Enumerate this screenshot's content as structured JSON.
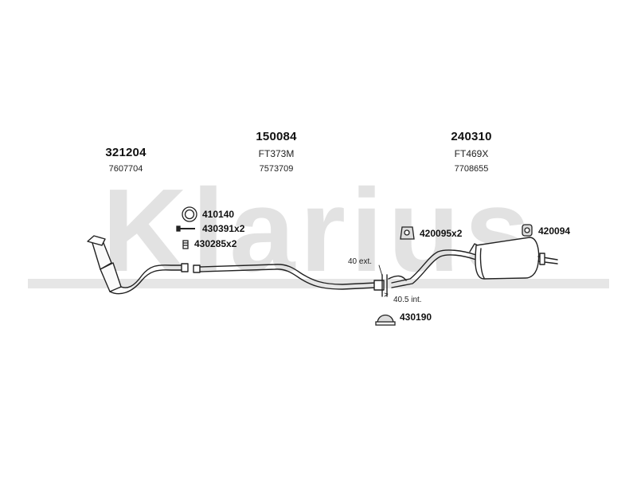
{
  "brand": {
    "watermark": "Klarius",
    "watermark_color": "#e2e2e2",
    "bar_color": "#e6e6e6"
  },
  "parts": [
    {
      "id": "catalyst",
      "number": "321204",
      "oe": "7607704"
    },
    {
      "id": "mid-pipe",
      "number": "150084",
      "code": "FT373M",
      "oe": "7573709"
    },
    {
      "id": "rear-box",
      "number": "240310",
      "code": "FT469X",
      "oe": "7708655"
    }
  ],
  "accessories": [
    {
      "id": "gasket-ring",
      "number": "410140",
      "icon": "ring-gasket-icon"
    },
    {
      "id": "bolt",
      "number": "430391x2",
      "icon": "bolt-icon"
    },
    {
      "id": "spring",
      "number": "430285x2",
      "icon": "spring-icon"
    },
    {
      "id": "mount-rubber",
      "number": "420095x2",
      "icon": "rubber-mount-icon"
    },
    {
      "id": "rear-mount",
      "number": "420094",
      "icon": "rubber-hanger-icon"
    },
    {
      "id": "clamp",
      "number": "430190",
      "icon": "clamp-icon"
    }
  ],
  "dimensions": {
    "ext": "40 ext.",
    "int": "40.5 int."
  },
  "colors": {
    "line": "#222222",
    "text": "#111111"
  }
}
